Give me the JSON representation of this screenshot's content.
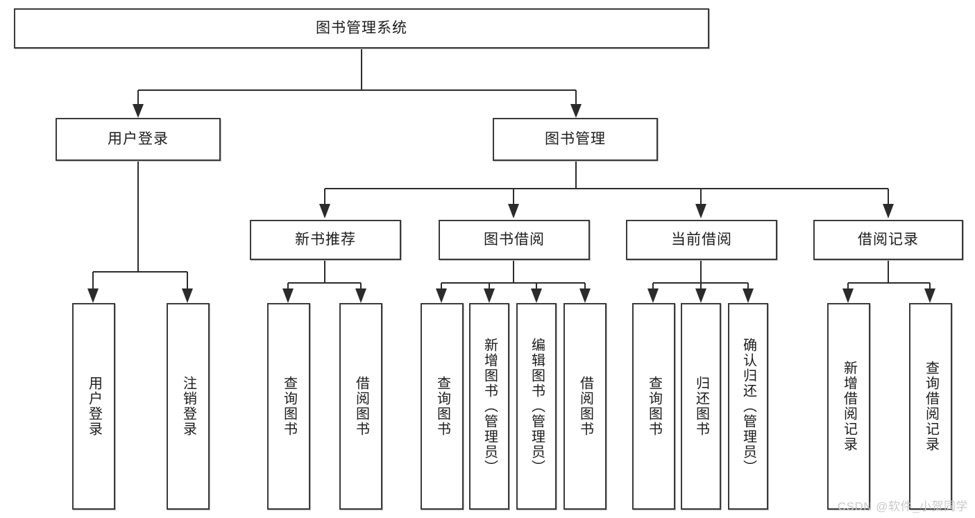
{
  "diagram": {
    "title": "图书管理系统",
    "watermark": "CSDN @软件_小贺同学",
    "type": "tree-hierarchy-chart",
    "root": {
      "label": "图书管理系统"
    },
    "level2": [
      {
        "label": "用户登录"
      },
      {
        "label": "图书管理"
      }
    ],
    "level3": [
      {
        "label": "新书推荐",
        "parent": "图书管理"
      },
      {
        "label": "图书借阅",
        "parent": "图书管理"
      },
      {
        "label": "当前借阅",
        "parent": "图书管理"
      },
      {
        "label": "借阅记录",
        "parent": "图书管理"
      }
    ],
    "leaves": {
      "user_login": [
        {
          "label": "用户登录"
        },
        {
          "label": "注销登录"
        }
      ],
      "new_book_recommend": [
        {
          "label": "查询图书"
        },
        {
          "label": "借阅图书"
        }
      ],
      "book_borrow": [
        {
          "label": "查询图书"
        },
        {
          "label": "新增图书（管理员）"
        },
        {
          "label": "编辑图书（管理员）"
        },
        {
          "label": "借阅图书"
        }
      ],
      "current_borrow": [
        {
          "label": "查询图书"
        },
        {
          "label": "归还图书"
        },
        {
          "label": "确认归还（管理员）"
        }
      ],
      "borrow_record": [
        {
          "label": "新增借阅记录"
        },
        {
          "label": "查询借阅记录"
        }
      ]
    },
    "colors": {
      "box_border": "#3a3a3a",
      "connector": "#2b2b2b",
      "background": "#ffffff",
      "text": "#1c1c1c",
      "watermark": "#c9c9c9"
    }
  }
}
